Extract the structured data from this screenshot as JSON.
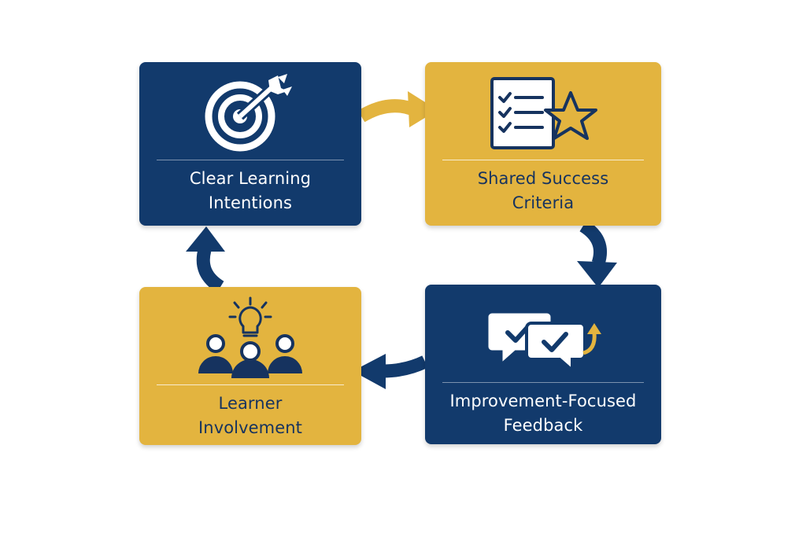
{
  "colors": {
    "navy": "#123a6c",
    "gold": "#e3b43f",
    "white": "#ffffff"
  },
  "steps": [
    {
      "line1": "Clear Learning",
      "line2": "Intentions",
      "icon": "target-arrow-icon",
      "fill": "navy"
    },
    {
      "line1": "Shared Success",
      "line2": "Criteria",
      "icon": "checklist-star-icon",
      "fill": "gold"
    },
    {
      "line1": "Improvement-Focused",
      "line2": "Feedback",
      "icon": "feedback-bubbles-icon",
      "fill": "navy"
    },
    {
      "line1": "Learner",
      "line2": "Involvement",
      "icon": "learners-lightbulb-icon",
      "fill": "gold"
    }
  ],
  "connectors": [
    {
      "from": 1,
      "to": 2,
      "color": "gold"
    },
    {
      "from": 2,
      "to": 3,
      "color": "navy"
    },
    {
      "from": 3,
      "to": 4,
      "color": "navy"
    },
    {
      "from": 4,
      "to": 1,
      "color": "navy"
    }
  ]
}
